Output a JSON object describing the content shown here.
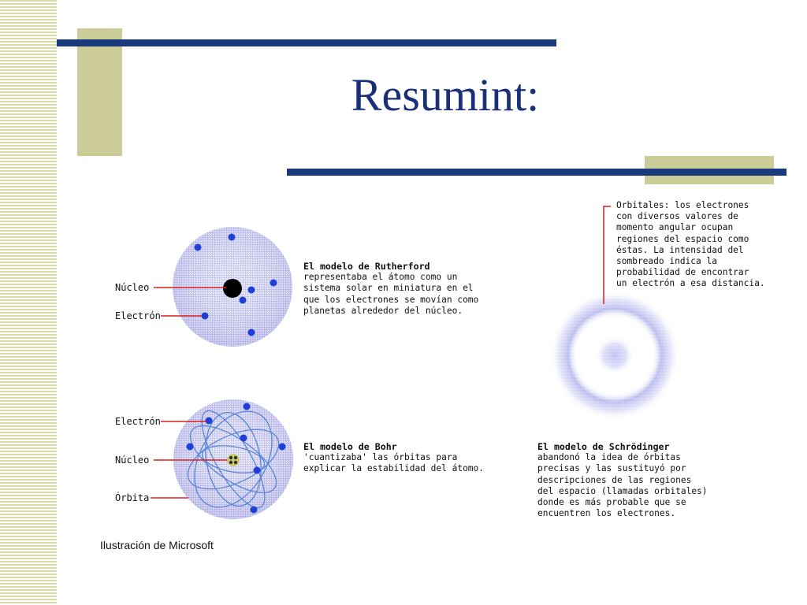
{
  "slide": {
    "title": "Resumint:",
    "credit": "Ilustración de Microsoft"
  },
  "rutherford": {
    "labels": {
      "nucleus": "Núcleo",
      "electron": "Electrón"
    },
    "heading": "El modelo de Rutherford",
    "lines": [
      "representaba el átomo como un",
      "sistema solar en miniatura en el",
      "que los electrones se movían como",
      "planetas alrededor del núcleo."
    ]
  },
  "bohr": {
    "labels": {
      "electron": "Electrón",
      "nucleus": "Núcleo",
      "orbit": "Órbita"
    },
    "heading": "El modelo de Bohr",
    "lines": [
      "'cuantizaba' las órbitas para",
      "explicar la estabilidad del átomo."
    ]
  },
  "schrodinger": {
    "orbital_note": [
      "Orbitales: los electrones",
      "con diversos valores de",
      "momento angular ocupan",
      "regiones del espacio como",
      "éstas. La intensidad del",
      "sombreado indica la",
      "probabilidad de encontrar",
      "un electrón a esa distancia."
    ],
    "heading": "El modelo de Schrödinger",
    "lines": [
      "abandonó la idea de órbitas",
      "precisas y las sustituyó por",
      "descripciones de las regiones",
      "del espacio (llamadas orbitales)",
      "donde es más probable que se",
      "encuentren los electrones."
    ]
  },
  "colors": {
    "title": "#1a2f7a",
    "bar": "#1a3a7c",
    "olive": "#cccc99",
    "sphere": "#c8c8f0",
    "electron": "#1f3fd8",
    "pointer": "#d82020",
    "orbit": "#5a86d8"
  }
}
